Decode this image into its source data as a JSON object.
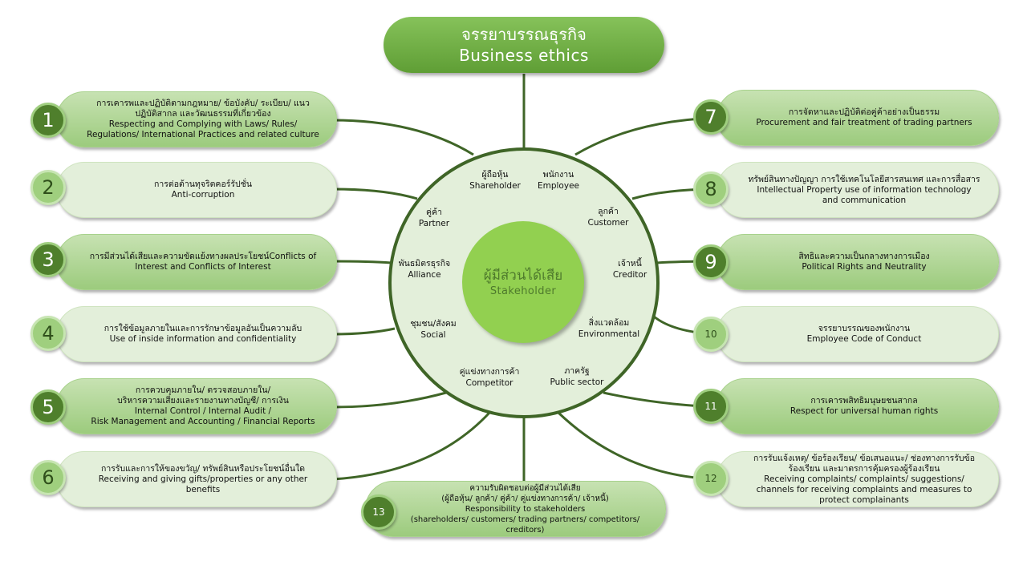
{
  "title": {
    "thai": "จรรยาบรรณธุรกิจ",
    "english": "Business ethics"
  },
  "hub": {
    "center": {
      "thai": "ผู้มีส่วนได้เสีย",
      "english": "Stakeholder"
    },
    "stakeholders": [
      {
        "thai": "ผู้ถือหุ้น",
        "english": "Shareholder"
      },
      {
        "thai": "พนักงาน",
        "english": "Employee"
      },
      {
        "thai": "ลูกค้า",
        "english": "Customer"
      },
      {
        "thai": "เจ้าหนี้",
        "english": "Creditor"
      },
      {
        "thai": "สิ่งแวดล้อม",
        "english": "Environmental"
      },
      {
        "thai": "ภาครัฐ",
        "english": "Public sector"
      },
      {
        "thai": "คู่แข่งทางการค้า",
        "english": "Competitor"
      },
      {
        "thai": "ชุมชน/สังคม",
        "english": "Social"
      },
      {
        "thai": "พันธมิตรธุรกิจ",
        "english": "Alliance"
      },
      {
        "thai": "คู่ค้า",
        "english": "Partner"
      }
    ]
  },
  "items": [
    {
      "number": "1",
      "lines": [
        "การเคารพและปฏิบัติตามกฎหมาย/  ข้อบังคับ/  ระเบียบ/  แนว",
        "ปฏิบัติสากล  และวัฒนธรรมที่เกี่ยวข้อง",
        "Respecting and Complying with Laws/ Rules/",
        "Regulations/ International Practices and related culture"
      ]
    },
    {
      "number": "2",
      "lines": [
        "การต่อต้านทุจริตคอร์รัปชั่น",
        "Anti-corruption"
      ]
    },
    {
      "number": "3",
      "lines": [
        "การมีส่วนได้เสียและความขัดแย้งทางผลประโยชน์Conflicts  of",
        "Interest  and Conflicts of Interest"
      ]
    },
    {
      "number": "4",
      "lines": [
        "การใช้ข้อมูลภายในและการรักษาข้อมูลอันเป็นความลับ",
        "Use of inside information and confidentiality"
      ]
    },
    {
      "number": "5",
      "lines": [
        "การควบคุมภายใน/  ตรวจสอบภายใน/",
        "บริหารความเสี่ยงและรายงานทางบัญชี/  การเงิน",
        "Internal Control  / Internal Audit  /",
        "Risk Management and Accounting / Financial Reports"
      ]
    },
    {
      "number": "6",
      "lines": [
        "การรับและการให้ของขวัญ/  ทรัพย์สินหรือประโยชน์อื่นใด",
        "Receiving and giving gifts/properties or any other",
        "benefits"
      ]
    },
    {
      "number": "7",
      "lines": [
        "การจัดหาและปฏิบัติต่อคู่ค้าอย่างเป็นธรรม",
        "Procurement  and fair treatment  of trading partners"
      ]
    },
    {
      "number": "8",
      "lines": [
        "ทรัพย์สินทางปัญญา  การใช้เทคโนโลยีสารสนเทศ  และการสื่อสาร",
        "Intellectual Property use of information technology",
        "and communication"
      ]
    },
    {
      "number": "9",
      "lines": [
        "สิทธิและความเป็นกลางทางการเมือง",
        "Political Rights and Neutrality"
      ]
    },
    {
      "number": "10",
      "lines": [
        "จรรยาบรรณของพนักงาน",
        "Employee  Code of  Conduct"
      ]
    },
    {
      "number": "11",
      "lines": [
        "การเคารพสิทธิมนุษยชนสากล",
        "Respect for universal human rights"
      ]
    },
    {
      "number": "12",
      "lines": [
        "การรับแจ้งเหตุ/  ข้อร้องเรียน/  ข้อเสนอแนะ/  ช่องทางการรับข้อ",
        "ร้องเรียน และมาตรการคุ้มครองผู้ร้องเรียน",
        "Receiving complaints/ complaints/ suggestions/",
        "channels for receiving complaints and measures to",
        "protect  complainants"
      ]
    },
    {
      "number": "13",
      "lines": [
        "ความรับผิดชอบต่อผู้มีส่วนได้เสีย",
        "(ผู้ถือหุ้น/  ลูกค้า/  คู่ค้า/  คู่แข่งทางการค้า/  เจ้าหนี้)",
        "Responsibility to stakeholders",
        "(shareholders/ customers/ trading partners/ competitors/",
        "creditors)"
      ]
    }
  ],
  "colors": {
    "dark_green": "#4f7f2c",
    "light_green": "#9fcf7e",
    "pill_dark": "#b3d898",
    "pill_light": "#e3efda",
    "hub_center": "#92d050",
    "connector": "#3f6527"
  }
}
